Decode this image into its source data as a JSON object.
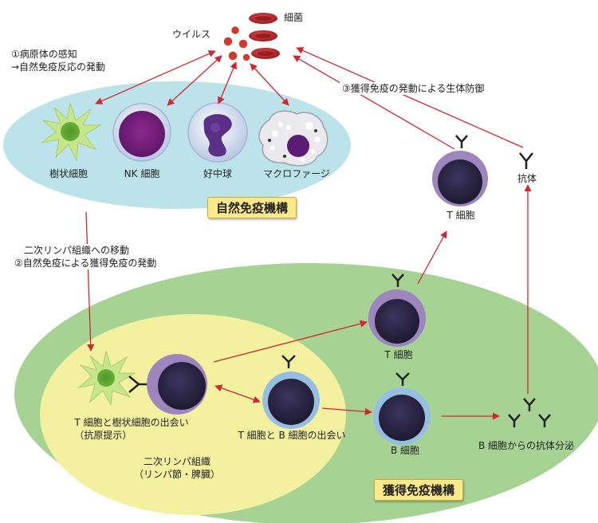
{
  "colors": {
    "innate_ellipse": "#bde3ea",
    "adaptive_ellipse": "#a6d394",
    "lymph_ellipse": "#f3f0a0",
    "arrow": "#d0262f",
    "badge_bg": "#fbe98a",
    "cell_dark": "#2a2342",
    "tcell_ring": "#9c86bd",
    "bcell_ring": "#96bde2"
  },
  "labels": {
    "bacteria": "細菌",
    "virus": "ウイルス",
    "step1_line1": "①病原体の感知",
    "step1_line2": "→自然免疫反応の発動",
    "step3": "③獲得免疫の発動による生体防御",
    "dendritic": "樹状細胞",
    "nk": "NK 細胞",
    "neutrophil": "好中球",
    "macrophage": "マクロファージ",
    "innate_title": "自然免疫機構",
    "t_cell_top": "T 細胞",
    "antibody": "抗体",
    "step2_line1": "二次リンパ組織への移動",
    "step2_line2": "②自然免疫による獲得免疫の発動",
    "t_cell_mid": "T 細胞",
    "tdc_meet_line1": "T 細胞と樹状細胞の出会い",
    "tdc_meet_line2": "（抗原提示）",
    "tb_meet": "T 細胞と B 細胞の出会い",
    "b_cell": "B 細胞",
    "secretion": "B 細胞からの抗体分泌",
    "lymph_line1": "二次リンパ組織",
    "lymph_line2": "（リンパ節・脾臓）",
    "adaptive_title": "獲得免疫機構"
  }
}
